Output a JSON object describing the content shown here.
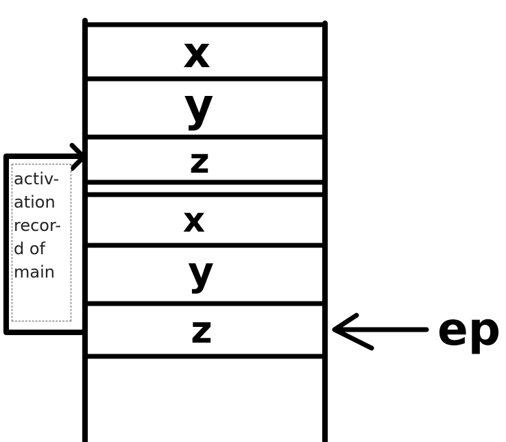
{
  "stack": {
    "cells": [
      {
        "label": "x"
      },
      {
        "label": "y"
      },
      {
        "label": "z"
      },
      {
        "label": "x"
      },
      {
        "label": "y"
      },
      {
        "label": "z"
      }
    ]
  },
  "annotation": {
    "lines": [
      "activ-",
      "ation",
      "recor-",
      "d of",
      "main"
    ]
  },
  "pointer": {
    "label": "ep"
  },
  "colors": {
    "ink": "#000000",
    "background": "#ffffff"
  }
}
